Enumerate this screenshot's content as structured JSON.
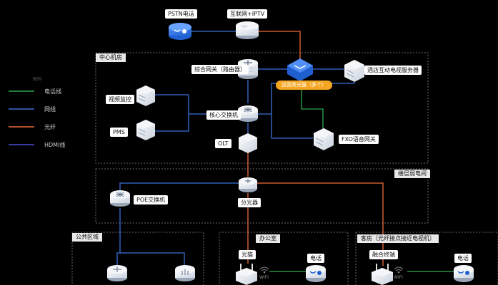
{
  "legend": {
    "title": "图例",
    "items": [
      {
        "label": "电话线",
        "color": "#2fa84f"
      },
      {
        "label": "网线",
        "color": "#3a6fd8"
      },
      {
        "label": "光纤",
        "color": "#f06a3a"
      },
      {
        "label": "HDMI线",
        "color": "#4b4fd6"
      }
    ]
  },
  "zones": {
    "center": "中心机房",
    "floor": "楼层弱电间",
    "public": "公共区域",
    "office": "办公室",
    "guest": "客房（光纤接点接近电视机）"
  },
  "nodes": {
    "pstn": "PSTN电话",
    "internet": "互联网+IPTV",
    "gateway": "综合网关（路由器）",
    "operator": "运营商光猫（多个）",
    "tv_server": "酒店互动电视服务器",
    "video": "视频监控",
    "pms": "PMS",
    "core": "核心交换机",
    "olt": "OLT",
    "fxo": "FXO语音网关",
    "splitter": "分光器",
    "poe": "POE交换机",
    "office_modem": "光猫",
    "office_phone": "电话",
    "guest_terminal": "融合终端",
    "guest_phone": "电话",
    "wifi": "WIFI"
  },
  "colors": {
    "phone": "#2fa84f",
    "lan": "#3a6fd8",
    "fiber": "#f06a3a",
    "hdmi": "#4b4fd6",
    "operator_pill": "#f5a623"
  }
}
